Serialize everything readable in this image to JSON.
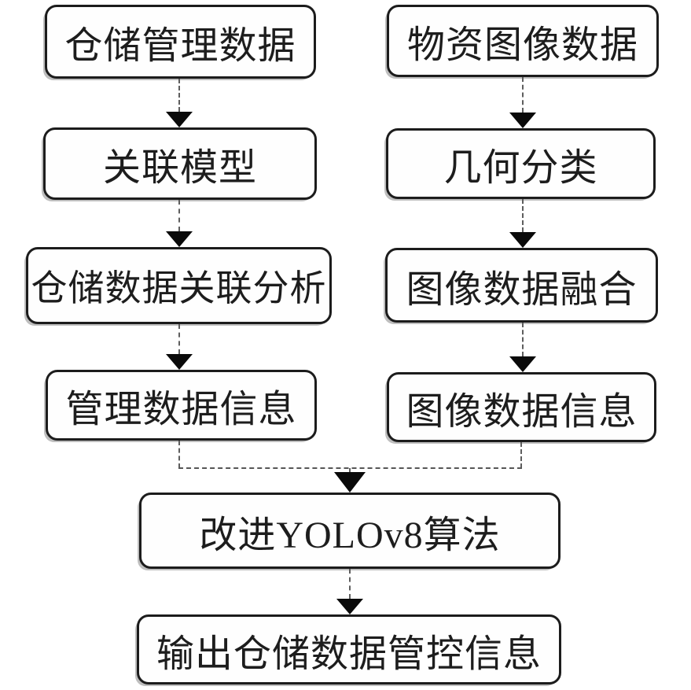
{
  "figure": {
    "type": "flowchart",
    "background_color": "#ffffff",
    "box_border_color": "#1c1c1c",
    "arrow_color": "#0a0a0a",
    "nodes": [
      {
        "id": "warehouse-management-data",
        "label": "仓储管理数据"
      },
      {
        "id": "material-image-data",
        "label": "物资图像数据"
      },
      {
        "id": "association-model",
        "label": "关联模型"
      },
      {
        "id": "geometric-classification",
        "label": "几何分类"
      },
      {
        "id": "warehouse-data-association-analysis",
        "label": "仓储数据关联分析"
      },
      {
        "id": "image-data-fusion",
        "label": "图像数据融合"
      },
      {
        "id": "management-data-information",
        "label": "管理数据信息"
      },
      {
        "id": "image-data-information",
        "label": "图像数据信息"
      },
      {
        "id": "improved-yolov8-algorithm",
        "label": "改进YOLOv8算法"
      },
      {
        "id": "output-warehouse-data-control-info",
        "label": "输出仓储数据管控信息"
      }
    ],
    "edges": [
      {
        "from": "仓储管理数据",
        "to": "关联模型"
      },
      {
        "from": "物资图像数据",
        "to": "几何分类"
      },
      {
        "from": "关联模型",
        "to": "仓储数据关联分析"
      },
      {
        "from": "几何分类",
        "to": "图像数据融合"
      },
      {
        "from": "仓储数据关联分析",
        "to": "管理数据信息"
      },
      {
        "from": "图像数据融合",
        "to": "图像数据信息"
      },
      {
        "from": "管理数据信息",
        "to": "改进YOLOv8算法"
      },
      {
        "from": "图像数据信息",
        "to": "改进YOLOv8算法"
      },
      {
        "from": "改进YOLOv8算法",
        "to": "输出仓储数据管控信息"
      }
    ]
  }
}
